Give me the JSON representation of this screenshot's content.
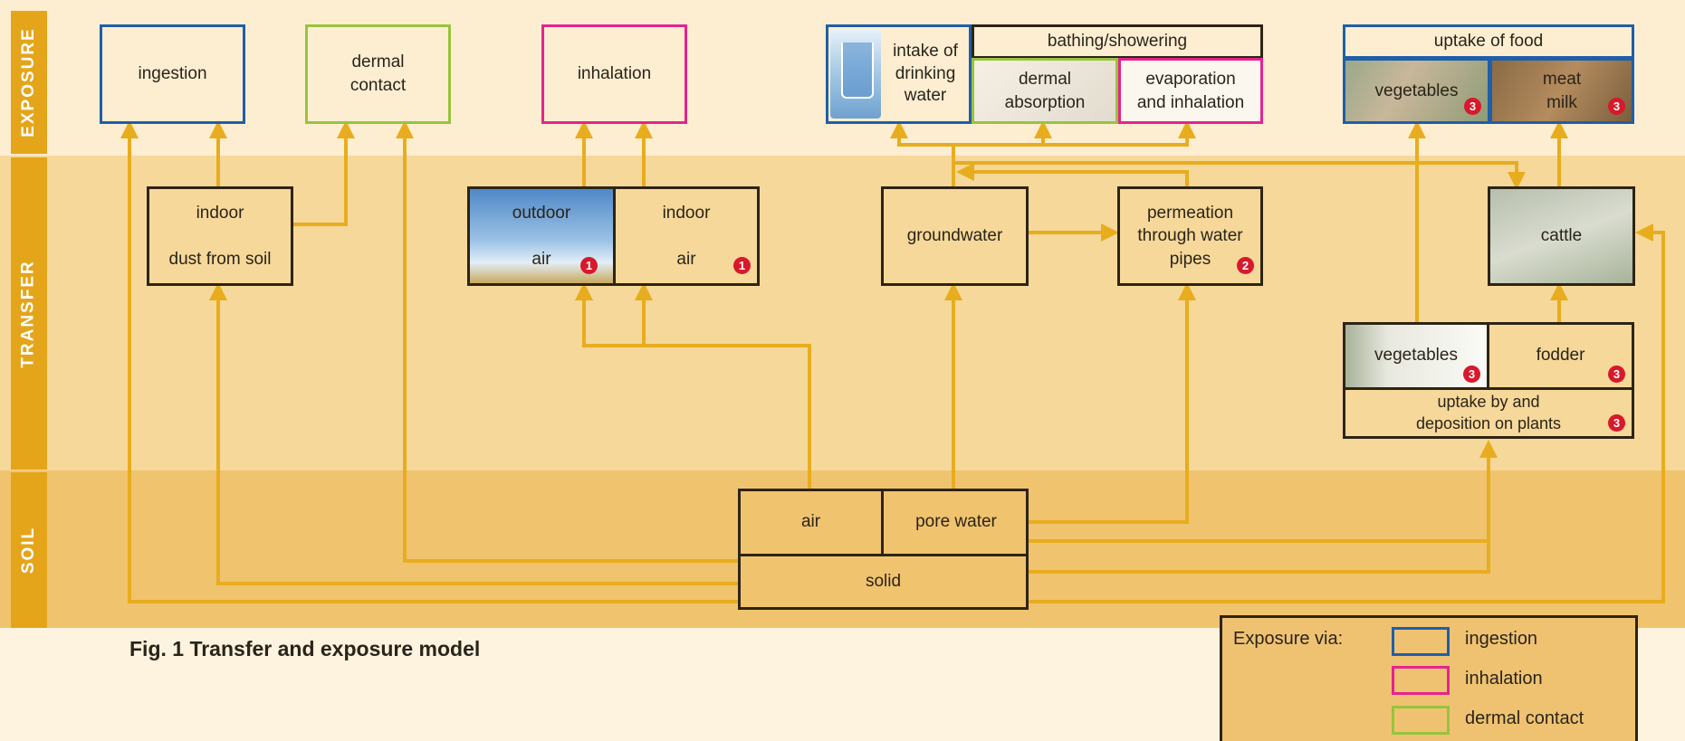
{
  "bands": {
    "exposure": "EXPOSURE",
    "transfer": "TRANSFER",
    "soil": "SOIL"
  },
  "exposure_boxes": {
    "ingestion": "ingestion",
    "dermal_contact": "dermal\ncontact",
    "inhalation": "inhalation",
    "drinking_water": "intake of\ndrinking\nwater",
    "bathing": "bathing/showering",
    "dermal_absorption": "dermal\nabsorption",
    "evaporation": "evaporation\nand inhalation",
    "uptake_food": "uptake of food",
    "vegetables": "vegetables",
    "meat_milk": "meat\nmilk"
  },
  "transfer_boxes": {
    "indoor_dust": "indoor\n\ndust from soil",
    "outdoor_air": "outdoor\n\nair",
    "indoor_air": "indoor\n\nair",
    "groundwater": "groundwater",
    "permeation": "permeation\nthrough water\npipes",
    "cattle": "cattle",
    "vegetables": "vegetables",
    "fodder": "fodder",
    "uptake_plants": "uptake by and\ndeposition on plants"
  },
  "soil_boxes": {
    "air": "air",
    "pore_water": "pore water",
    "solid": "solid"
  },
  "badges": {
    "outdoor_air": "1",
    "indoor_air": "1",
    "permeation": "2",
    "food_vegetables": "3",
    "food_meat_milk": "3",
    "plant_vegetables": "3",
    "fodder": "3",
    "uptake_plants": "3"
  },
  "caption": "Fig. 1 Transfer and exposure model",
  "legend": {
    "title": "Exposure via:",
    "items": [
      {
        "label": "ingestion",
        "color": "#1f5ea8"
      },
      {
        "label": "inhalation",
        "color": "#e6238f"
      },
      {
        "label": "dermal contact",
        "color": "#97c43d"
      }
    ]
  },
  "colors": {
    "ingestion": "#1f5ea8",
    "inhalation": "#e6238f",
    "dermal": "#97c43d",
    "flow": "#e8ad1e",
    "band_label": "#e5a51a"
  }
}
